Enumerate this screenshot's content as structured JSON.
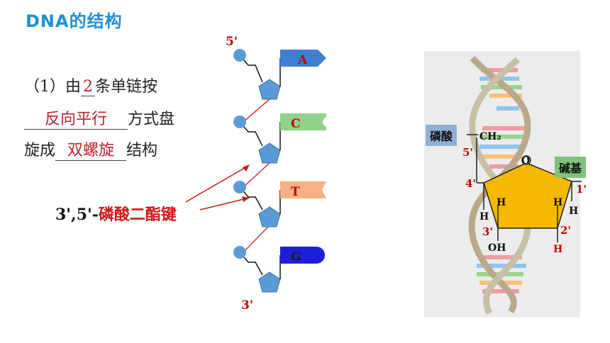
{
  "title": "DNA的结构",
  "text": {
    "line1_a": "（1）由",
    "line1_blank": "2",
    "line1_b": "条单链按",
    "line2_answer": "反向平行",
    "line2_b": "方式盘",
    "line3_a": "旋成",
    "line3_answer": "双螺旋",
    "line3_b": "结构"
  },
  "bond_label": {
    "prefix": "3',5'-",
    "name": "磷酸二酯键"
  },
  "chain": {
    "top_end": "5'",
    "bottom_end": "3'",
    "bases": [
      {
        "letter": "A",
        "color": "#3f7fd3"
      },
      {
        "letter": "C",
        "color": "#8fd28a"
      },
      {
        "letter": "T",
        "color": "#f4b183"
      },
      {
        "letter": "G",
        "color": "#1d1fd6"
      }
    ]
  },
  "helix": {
    "phosphate_label": "磷酸",
    "base_label": "碱基",
    "ch2": "CH₂",
    "oxygen": "O",
    "carbons": [
      "1'",
      "2'",
      "3'",
      "4'",
      "5'"
    ],
    "h": "H",
    "oh": "OH"
  },
  "colors": {
    "title": "#1f8fd6",
    "red": "#c0202a",
    "sugar": "#f5b800",
    "phosphate": "#5b9bd5"
  }
}
